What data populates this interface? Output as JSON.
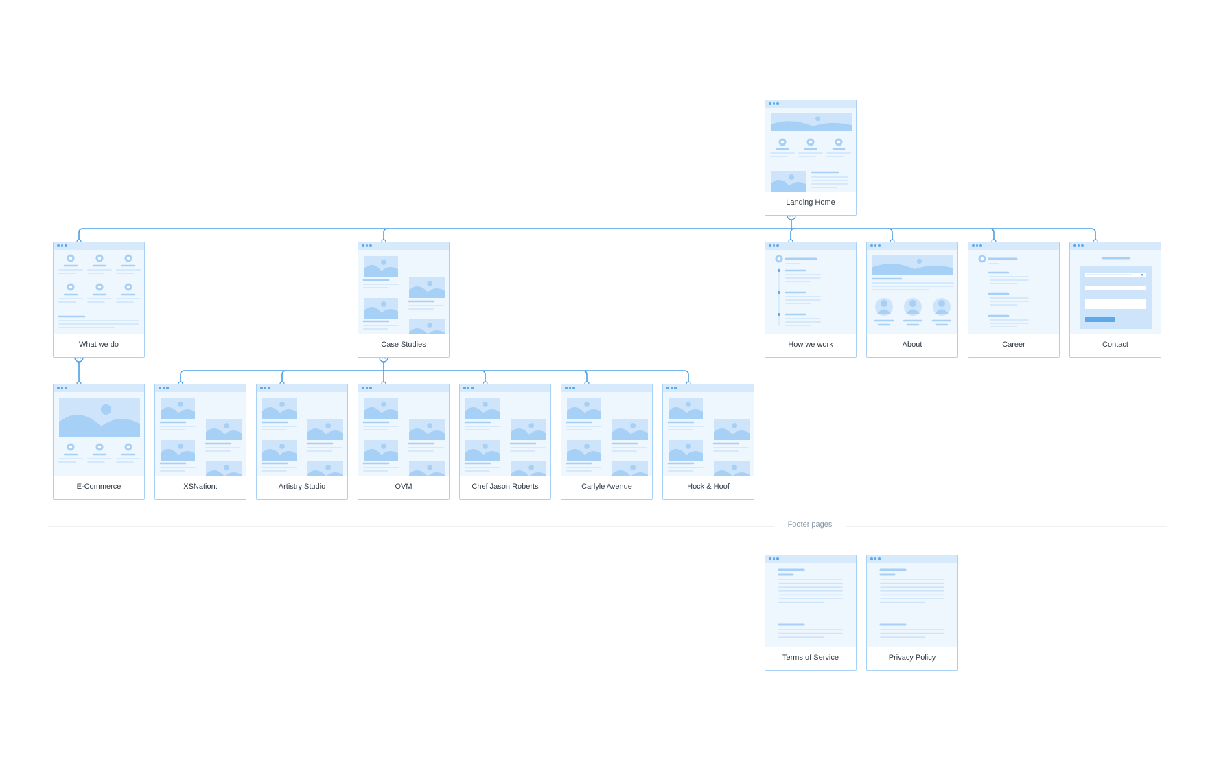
{
  "diagram": {
    "pages": [
      {
        "id": "landing-home",
        "label": "Landing Home",
        "layout": "landing"
      },
      {
        "id": "what-we-do",
        "label": "What we do",
        "layout": "features"
      },
      {
        "id": "case-studies",
        "label": "Case Studies",
        "layout": "zigzag"
      },
      {
        "id": "how-we-work",
        "label": "How we work",
        "layout": "timeline"
      },
      {
        "id": "about",
        "label": "About",
        "layout": "team"
      },
      {
        "id": "career",
        "label": "Career",
        "layout": "career"
      },
      {
        "id": "contact",
        "label": "Contact",
        "layout": "form"
      },
      {
        "id": "e-commerce",
        "label": "E-Commerce",
        "layout": "hero"
      },
      {
        "id": "xsnation",
        "label": "XSNation:",
        "layout": "zigzag"
      },
      {
        "id": "artistry-studio",
        "label": "Artistry Studio",
        "layout": "zigzag"
      },
      {
        "id": "ovm",
        "label": "OVM",
        "layout": "zigzag"
      },
      {
        "id": "chef-jason-roberts",
        "label": "Chef Jason Roberts",
        "layout": "zigzag"
      },
      {
        "id": "carlyle-avenue",
        "label": "Carlyle Avenue",
        "layout": "zigzag"
      },
      {
        "id": "hock-and-hoof",
        "label": "Hock & Hoof",
        "layout": "zigzag"
      },
      {
        "id": "terms-of-service",
        "label": "Terms of Service",
        "layout": "text"
      },
      {
        "id": "privacy-policy",
        "label": "Privacy Policy",
        "layout": "text"
      }
    ],
    "edges": [
      [
        "landing-home",
        "what-we-do"
      ],
      [
        "landing-home",
        "case-studies"
      ],
      [
        "landing-home",
        "how-we-work"
      ],
      [
        "landing-home",
        "about"
      ],
      [
        "landing-home",
        "career"
      ],
      [
        "landing-home",
        "contact"
      ],
      [
        "what-we-do",
        "e-commerce"
      ],
      [
        "case-studies",
        "xsnation"
      ],
      [
        "case-studies",
        "artistry-studio"
      ],
      [
        "case-studies",
        "ovm"
      ],
      [
        "case-studies",
        "chef-jason-roberts"
      ],
      [
        "case-studies",
        "carlyle-avenue"
      ],
      [
        "case-studies",
        "hock-and-hoof"
      ]
    ],
    "footer_divider_label": "Footer pages"
  },
  "colors": {
    "line": "#4a9fe8",
    "frame": "#a9d1f5",
    "fill": "#eef6fe",
    "shape": "#a6d0f6",
    "shape_light": "#cde4fa",
    "accent": "#5ea9ec"
  }
}
